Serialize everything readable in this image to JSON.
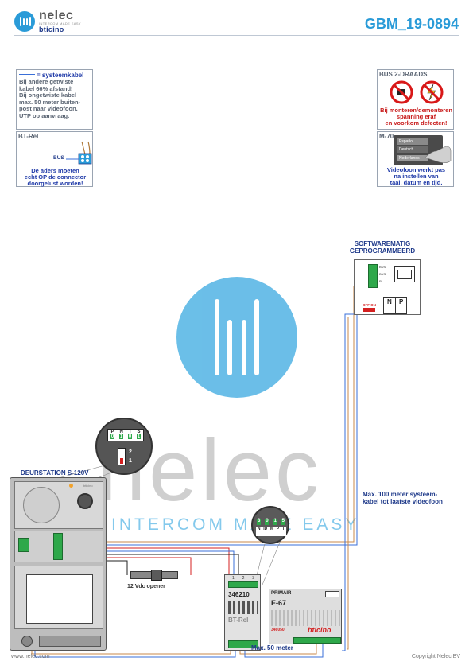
{
  "header": {
    "brand": "nelec",
    "brand_sub": "INTERCOM MADE EASY",
    "partner": "bticino",
    "doc_code": "GBM_19-0894"
  },
  "info_system": {
    "legend_label": "= systeemkabel",
    "lines": [
      "Bij andere getwiste",
      "kabel 66% afstand!",
      "Bij ongetwiste kabel",
      "max. 50 meter buiten-",
      "post naar videofoon.",
      "UTP op aanvraag."
    ]
  },
  "info_btrel": {
    "title": "BT-Rel",
    "bus_label": "BUS",
    "lines": [
      "De aders moeten",
      "echt OP de connector",
      "doorgelust worden!"
    ]
  },
  "info_bus": {
    "title": "BUS 2-DRAADS",
    "lines": [
      "Bij monteren/demonteren",
      "spanning eraf",
      "en voorkom defecten!"
    ]
  },
  "info_m70": {
    "title": "M-70",
    "menu": [
      "Español",
      "Deutsch",
      "Nederlands"
    ],
    "lines": [
      "Videofoon werkt pas",
      "na instellen van",
      "taal, datum en tijd."
    ]
  },
  "videophone": {
    "label_lines": [
      "SOFTWAREMATIG",
      "GEPROGRAMMEERD"
    ],
    "offon": "OFF ON",
    "n": "N",
    "p": "P",
    "terminals": [
      "BUS",
      "BUS",
      "PL"
    ]
  },
  "door_station": {
    "label": "DEURSTATION S-120V",
    "brand": "bticino",
    "dip_labels": [
      "P",
      "N",
      "T",
      "S"
    ],
    "dip_values": [
      "0",
      "1",
      "0",
      "1"
    ],
    "switch_labels": [
      "2",
      "1"
    ]
  },
  "opener": {
    "label": "12 Vdc opener"
  },
  "relay": {
    "model": "346210",
    "label": "BT-Rel",
    "pins": [
      "1",
      "2",
      "3"
    ],
    "zoom_top": [
      "3",
      "0",
      "1",
      "5"
    ],
    "zoom_mid": [
      "N",
      "ID",
      "M",
      "P",
      "T"
    ]
  },
  "psu": {
    "primair": "PRIMAIR",
    "model": "E-67",
    "code": "346050",
    "brand": "bticino"
  },
  "cables": {
    "max100_lines": [
      "Max. 100 meter systeem-",
      "kabel tot laatste videofoon"
    ],
    "max50": "Max. 50 meter"
  },
  "watermark": {
    "word": "nelec",
    "tagline": "INTERCOM MADE EASY"
  },
  "footer": {
    "left": "www.nelec.com",
    "right": "Copyright Nelec BV"
  }
}
